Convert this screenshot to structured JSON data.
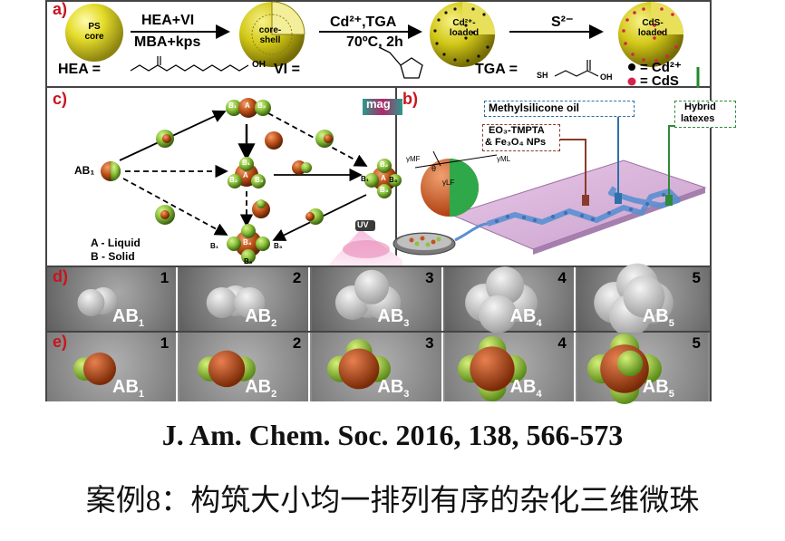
{
  "panel_a": {
    "label": "a)",
    "ps_core": "PS core",
    "core_shell": "core-shell",
    "cd_loaded": "Cd²⁺-loaded",
    "cds_loaded": "CdS-loaded",
    "arrow1_top": "HEA+VI",
    "arrow1_bottom": "MBA+kps",
    "arrow2_top": "Cd²⁺,TGA",
    "arrow2_bottom": "70ºC, 2h",
    "arrow3_top": "S²⁻",
    "hea_label": "HEA =",
    "vi_label": "VI =",
    "tga_label": "TGA =",
    "tga_sh": "SH",
    "tga_oh": "OH",
    "hea_oh": "OH",
    "legend_cd": "= Cd²⁺",
    "legend_cds": "= CdS"
  },
  "panel_c": {
    "label": "c)",
    "mag": "mag",
    "uv": "UV",
    "legend_a": "A - Liquid",
    "legend_b": "B - Solid",
    "ab1": "AB₁",
    "node_labels": [
      "B₁",
      "A",
      "B₂",
      "B₁",
      "A",
      "B₃",
      "B₂",
      "B₁",
      "A",
      "B₃",
      "B₄",
      "B₂",
      "B₁",
      "B₃",
      "B₄",
      "B₅"
    ]
  },
  "panel_b": {
    "label": "b)",
    "methylsilicone": "Methylsilicone oil",
    "eo3": "EO₃-TMPTA",
    "fe3o4": "& Fe₃O₄ NPs",
    "hybrid1": "Hybrid",
    "hybrid2": "latexes",
    "gamma_mf": "γMF",
    "gamma_ml": "γML",
    "gamma_lf": "γLF",
    "theta": "θ"
  },
  "row_d": {
    "label": "d)",
    "cells": [
      {
        "num": "1",
        "name": "AB",
        "sub": "1"
      },
      {
        "num": "2",
        "name": "AB",
        "sub": "2"
      },
      {
        "num": "3",
        "name": "AB",
        "sub": "3"
      },
      {
        "num": "4",
        "name": "AB",
        "sub": "4"
      },
      {
        "num": "5",
        "name": "AB",
        "sub": "5"
      }
    ]
  },
  "row_e": {
    "label": "e)",
    "cells": [
      {
        "num": "1",
        "name": "AB",
        "sub": "1"
      },
      {
        "num": "2",
        "name": "AB",
        "sub": "2"
      },
      {
        "num": "3",
        "name": "AB",
        "sub": "3"
      },
      {
        "num": "4",
        "name": "AB",
        "sub": "4"
      },
      {
        "num": "5",
        "name": "AB",
        "sub": "5"
      }
    ]
  },
  "citation": "J. Am. Chem. Soc. 2016, 138, 566-573",
  "caption_cn": "案例8：构筑大小均一排列有序的杂化三维微珠",
  "colors": {
    "label_red": "#c8141e",
    "yellow_sphere": "#d9d21a",
    "orange_core": "#c2541a",
    "green_shell": "#8cc43c",
    "sem_gray": "#8a8a8a",
    "render_gray": "#8f8f8f"
  }
}
